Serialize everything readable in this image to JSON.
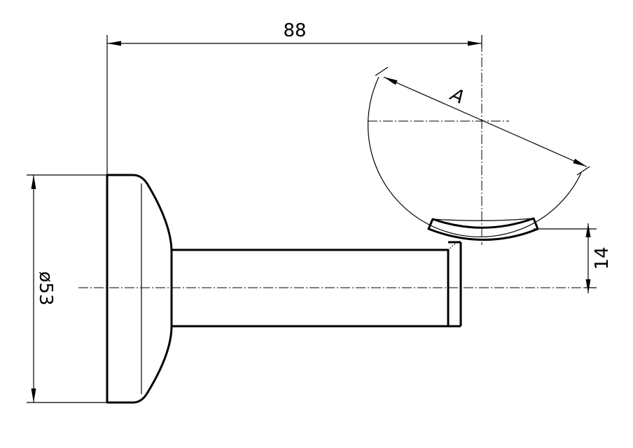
{
  "drawing": {
    "dimensions": {
      "length": "88",
      "diameter": "ø53",
      "height": "14",
      "arc_label": "A"
    },
    "line_color": "#000000",
    "background_color": "#ffffff"
  }
}
